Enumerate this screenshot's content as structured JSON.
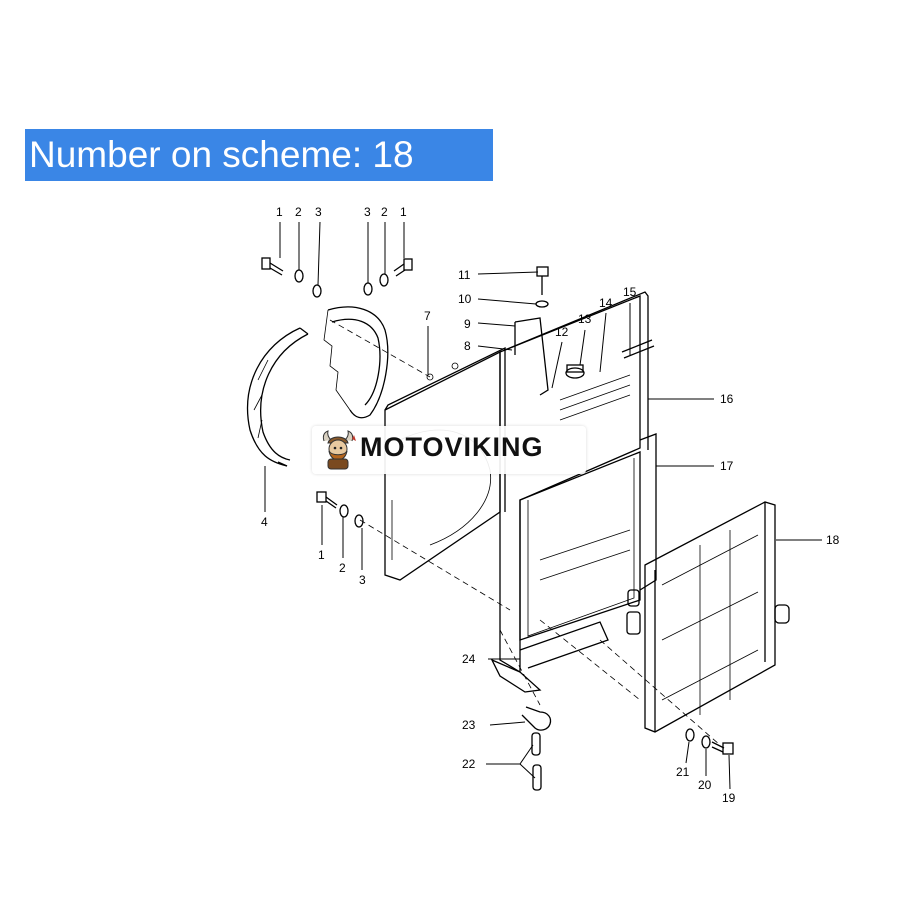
{
  "header": {
    "title": "Number on scheme: 18"
  },
  "callouts": {
    "c1a": "1",
    "c2a": "2",
    "c3a": "3",
    "c3b": "3",
    "c2b": "2",
    "c1b": "1",
    "c11": "11",
    "c10": "10",
    "c9": "9",
    "c8": "8",
    "c7": "7",
    "c12": "12",
    "c13": "13",
    "c14": "14",
    "c15": "15",
    "c16": "16",
    "c17": "17",
    "c18": "18",
    "c4": "4",
    "c1c": "1",
    "c2c": "2",
    "c3c": "3",
    "c24": "24",
    "c23": "23",
    "c22": "22",
    "c21": "21",
    "c20": "20",
    "c19": "19"
  },
  "watermark": {
    "brand": "MOTOVIKING",
    "logo_icon": "viking-mascot-icon"
  },
  "colors": {
    "banner": "#3a86e6",
    "banner_text": "#ffffff",
    "ink": "#000000"
  }
}
